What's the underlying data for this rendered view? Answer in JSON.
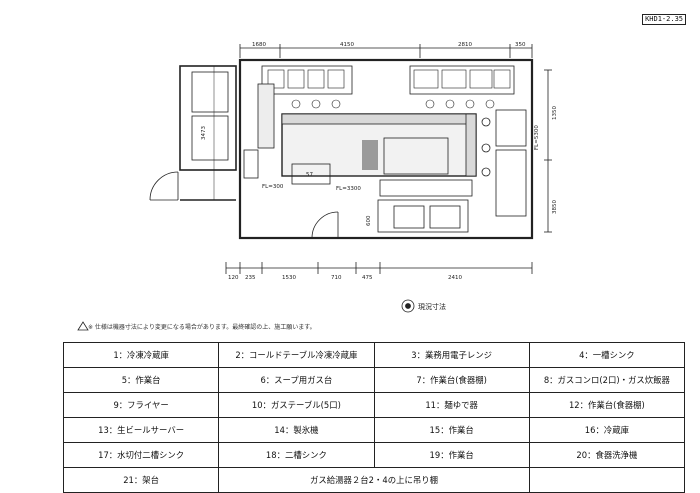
{
  "stamp": "KHD1-2.35",
  "north_label": "現況寸法",
  "note": "※ 仕様は機器寸法により変更になる場合があります。最終確認の上、施工願います。",
  "dimensions": {
    "top": [
      "1680",
      "4150",
      "2810",
      "350"
    ],
    "bottom": [
      "120",
      "235",
      "1530",
      "710",
      "475",
      "2410"
    ],
    "left": "3473",
    "right": [
      "1350",
      "FL=5300",
      "3850"
    ],
    "inner": [
      "FL=300",
      "FL=3300",
      "600",
      "57"
    ]
  },
  "legend": {
    "rows": [
      [
        "1：冷凍冷蔵庫",
        "2：コールドテーブル冷凍冷蔵庫",
        "3：業務用電子レンジ",
        "4：一槽シンク"
      ],
      [
        "5：作業台",
        "6：スープ用ガス台",
        "7：作業台(食器棚)",
        "8：ガスコンロ(2口)・ガス炊飯器"
      ],
      [
        "9：フライヤー",
        "10：ガステーブル(5口)",
        "11：麺ゆで器",
        "12：作業台(食器棚)"
      ],
      [
        "13：生ビールサーバー",
        "14：製氷機",
        "15：作業台",
        "16：冷蔵庫"
      ],
      [
        "17：水切付二槽シンク",
        "18：二槽シンク",
        "19：作業台",
        "20：食器洗浄機"
      ],
      [
        "21：架台",
        "ガス給湯器２台2・4の上に吊り棚",
        ""
      ]
    ]
  }
}
